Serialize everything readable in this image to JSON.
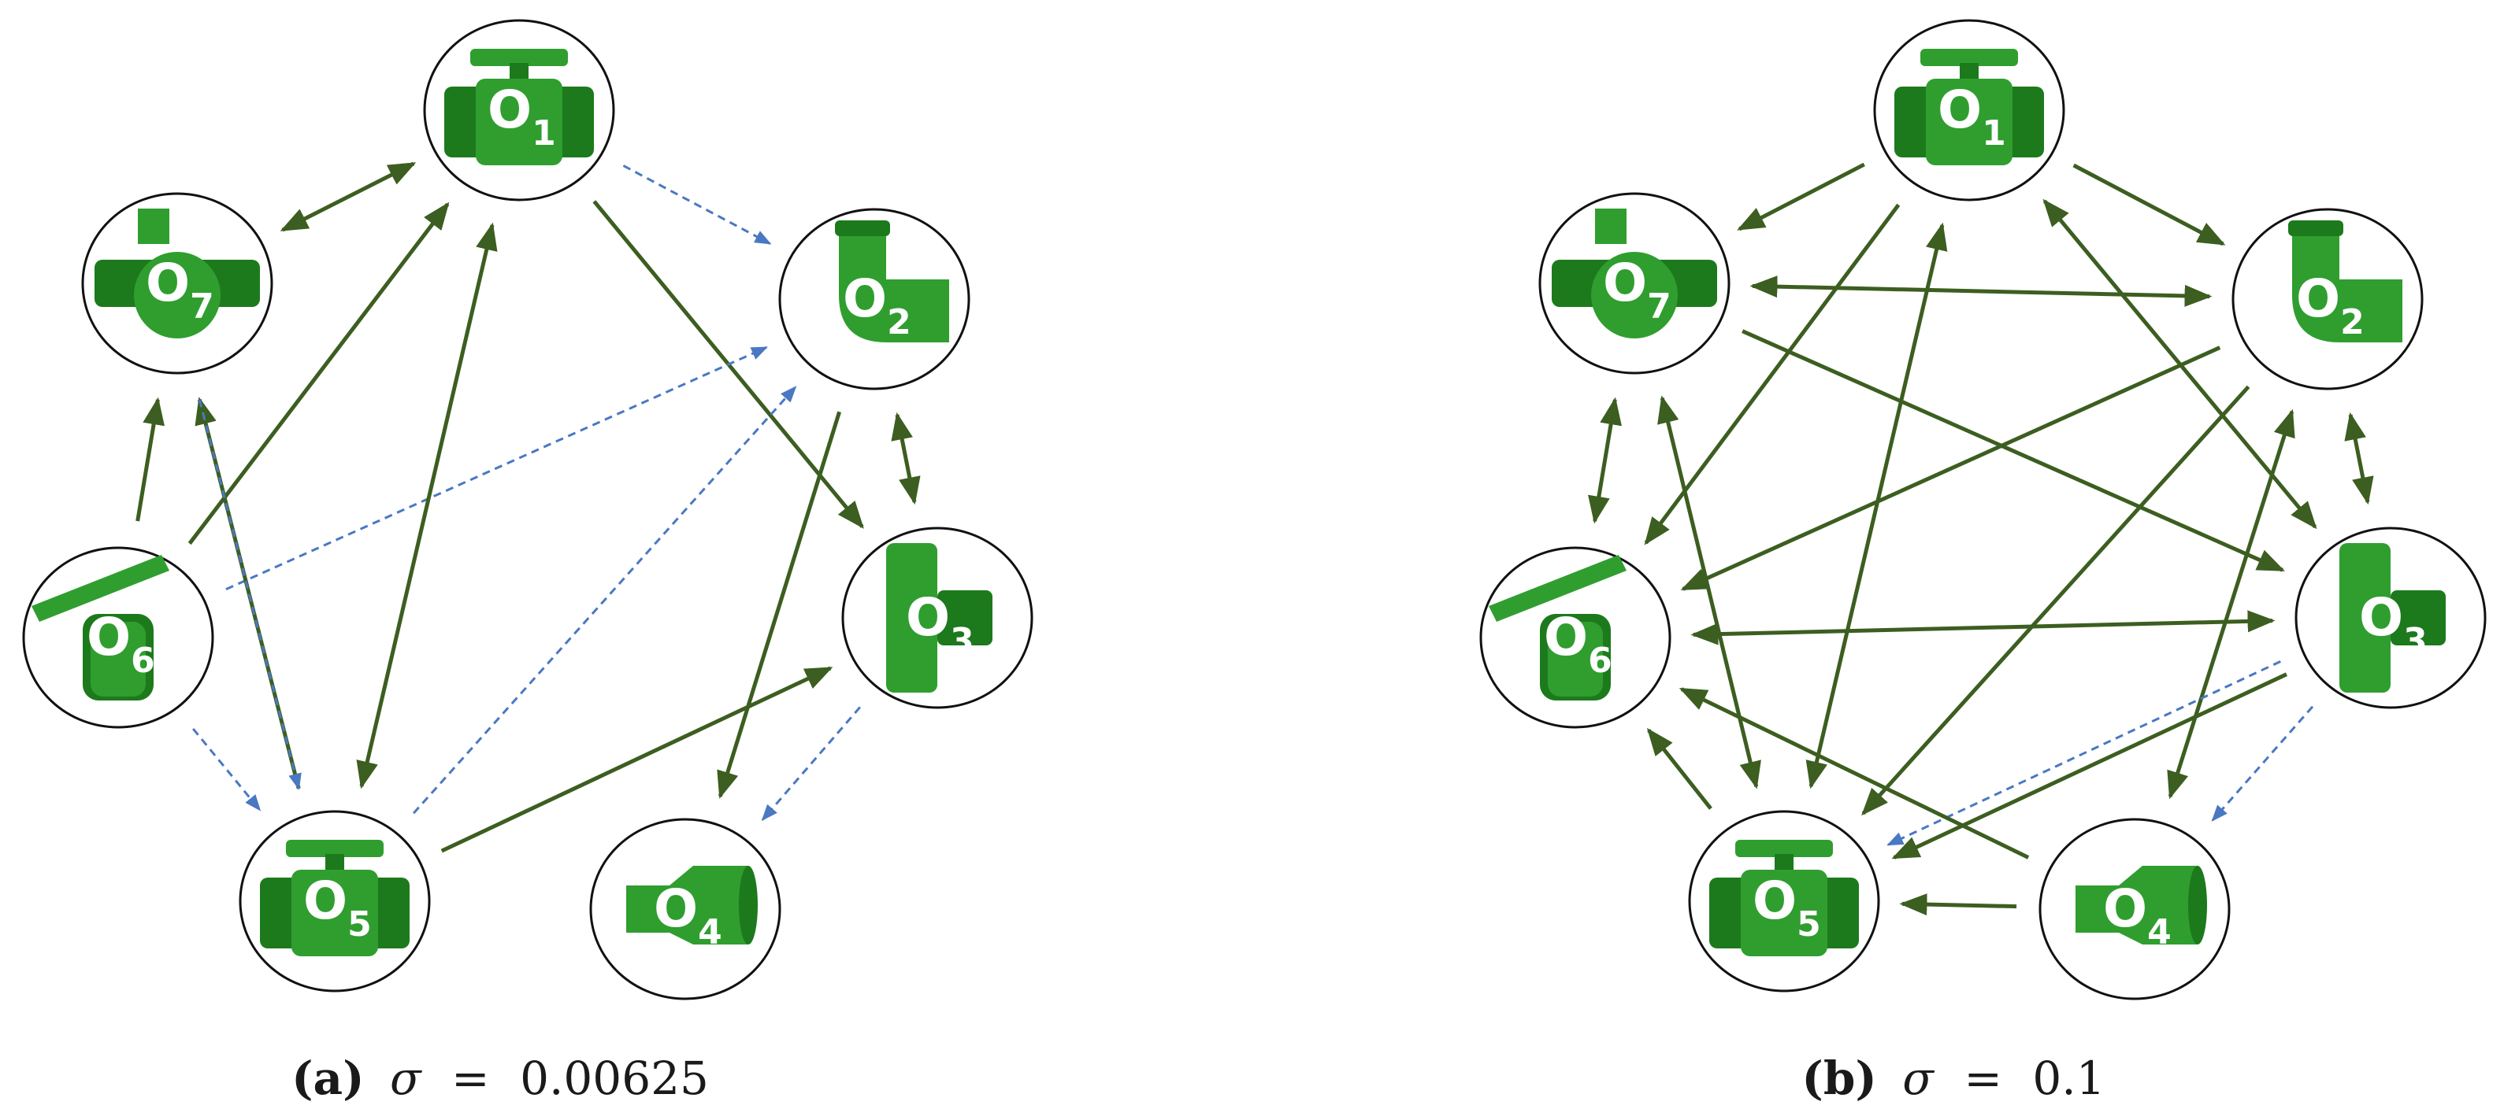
{
  "colors": {
    "solid_edge": "#3c5e20",
    "dashed_edge": "#4a78c2",
    "part_fill": "#2f9e2f",
    "part_dark": "#1c7a1c",
    "node_border": "#111111"
  },
  "panels": [
    {
      "caption": {
        "letter": "(a)",
        "symbol": "σ",
        "equals": "=",
        "value": "0.00625"
      },
      "nodes": [
        {
          "id": "O1",
          "letter": "O",
          "sub": "1",
          "icon": "ball-valve-icon"
        },
        {
          "id": "O2",
          "letter": "O",
          "sub": "2",
          "icon": "elbow-pipe-icon"
        },
        {
          "id": "O3",
          "letter": "O",
          "sub": "3",
          "icon": "tee-pipe-icon"
        },
        {
          "id": "O4",
          "letter": "O",
          "sub": "4",
          "icon": "reducer-pipe-icon"
        },
        {
          "id": "O5",
          "letter": "O",
          "sub": "5",
          "icon": "ball-valve-icon"
        },
        {
          "id": "O6",
          "letter": "O",
          "sub": "6",
          "icon": "butterfly-valve-icon"
        },
        {
          "id": "O7",
          "letter": "O",
          "sub": "7",
          "icon": "three-way-valve-icon"
        }
      ],
      "edges": [
        {
          "from": "O1",
          "to": "O7",
          "style": "solid",
          "bidirectional": true
        },
        {
          "from": "O1",
          "to": "O3",
          "style": "solid",
          "bidirectional": false
        },
        {
          "from": "O1",
          "to": "O2",
          "style": "dashed",
          "bidirectional": false
        },
        {
          "from": "O6",
          "to": "O7",
          "style": "solid",
          "bidirectional": false
        },
        {
          "from": "O6",
          "to": "O1",
          "style": "solid",
          "bidirectional": false
        },
        {
          "from": "O6",
          "to": "O2",
          "style": "dashed",
          "bidirectional": false
        },
        {
          "from": "O6",
          "to": "O5",
          "style": "dashed",
          "bidirectional": false
        },
        {
          "from": "O5",
          "to": "O7",
          "style": "solid",
          "bidirectional": false
        },
        {
          "from": "O7",
          "to": "O5",
          "style": "dashed",
          "bidirectional": false
        },
        {
          "from": "O5",
          "to": "O1",
          "style": "solid",
          "bidirectional": true
        },
        {
          "from": "O5",
          "to": "O2",
          "style": "dashed",
          "bidirectional": false
        },
        {
          "from": "O5",
          "to": "O3",
          "style": "solid",
          "bidirectional": false
        },
        {
          "from": "O2",
          "to": "O3",
          "style": "solid",
          "bidirectional": true
        },
        {
          "from": "O2",
          "to": "O4",
          "style": "solid",
          "bidirectional": false
        },
        {
          "from": "O3",
          "to": "O4",
          "style": "dashed",
          "bidirectional": false
        }
      ]
    },
    {
      "caption": {
        "letter": "(b)",
        "symbol": "σ",
        "equals": "=",
        "value": "0.1"
      },
      "nodes": [
        {
          "id": "O1",
          "letter": "O",
          "sub": "1",
          "icon": "ball-valve-icon"
        },
        {
          "id": "O2",
          "letter": "O",
          "sub": "2",
          "icon": "elbow-pipe-icon"
        },
        {
          "id": "O3",
          "letter": "O",
          "sub": "3",
          "icon": "tee-pipe-icon"
        },
        {
          "id": "O4",
          "letter": "O",
          "sub": "4",
          "icon": "reducer-pipe-icon"
        },
        {
          "id": "O5",
          "letter": "O",
          "sub": "5",
          "icon": "ball-valve-icon"
        },
        {
          "id": "O6",
          "letter": "O",
          "sub": "6",
          "icon": "butterfly-valve-icon"
        },
        {
          "id": "O7",
          "letter": "O",
          "sub": "7",
          "icon": "three-way-valve-icon"
        }
      ],
      "edges": [
        {
          "from": "O1",
          "to": "O7",
          "style": "solid",
          "bidirectional": false
        },
        {
          "from": "O1",
          "to": "O2",
          "style": "solid",
          "bidirectional": false
        },
        {
          "from": "O1",
          "to": "O3",
          "style": "solid",
          "bidirectional": true
        },
        {
          "from": "O1",
          "to": "O6",
          "style": "solid",
          "bidirectional": false
        },
        {
          "from": "O1",
          "to": "O5",
          "style": "solid",
          "bidirectional": true
        },
        {
          "from": "O7",
          "to": "O2",
          "style": "solid",
          "bidirectional": true
        },
        {
          "from": "O7",
          "to": "O3",
          "style": "solid",
          "bidirectional": false
        },
        {
          "from": "O7",
          "to": "O6",
          "style": "solid",
          "bidirectional": true
        },
        {
          "from": "O7",
          "to": "O5",
          "style": "solid",
          "bidirectional": true
        },
        {
          "from": "O2",
          "to": "O6",
          "style": "solid",
          "bidirectional": false
        },
        {
          "from": "O2",
          "to": "O3",
          "style": "solid",
          "bidirectional": true
        },
        {
          "from": "O2",
          "to": "O4",
          "style": "solid",
          "bidirectional": true
        },
        {
          "from": "O2",
          "to": "O5",
          "style": "solid",
          "bidirectional": false
        },
        {
          "from": "O3",
          "to": "O6",
          "style": "solid",
          "bidirectional": true
        },
        {
          "from": "O3",
          "to": "O5",
          "style": "solid",
          "bidirectional": false
        },
        {
          "from": "O3",
          "to": "O5",
          "style": "dashed",
          "bidirectional": false
        },
        {
          "from": "O3",
          "to": "O4",
          "style": "dashed",
          "bidirectional": false
        },
        {
          "from": "O4",
          "to": "O6",
          "style": "solid",
          "bidirectional": false
        },
        {
          "from": "O4",
          "to": "O5",
          "style": "solid",
          "bidirectional": false
        },
        {
          "from": "O5",
          "to": "O6",
          "style": "solid",
          "bidirectional": false
        }
      ]
    }
  ]
}
